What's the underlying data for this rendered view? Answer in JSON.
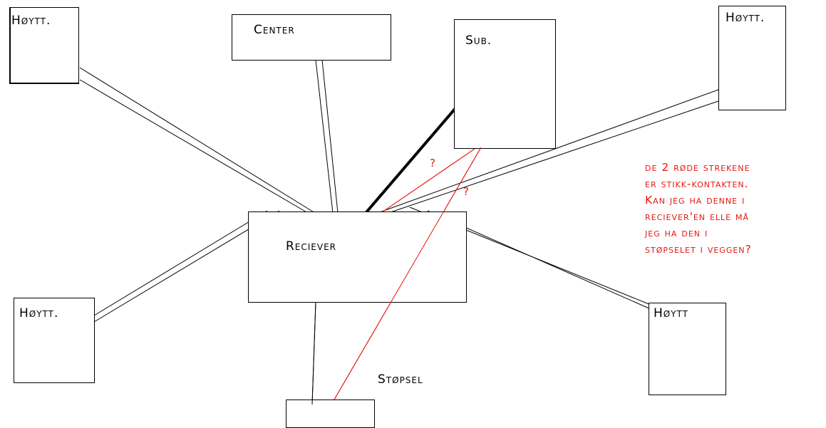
{
  "diagram": {
    "speaker_top_left": "Høytt.",
    "center": "Center",
    "sub": "Sub.",
    "speaker_top_right": "Høytt.",
    "receiver": "Reciever",
    "speaker_bottom_left": "Høytt.",
    "speaker_bottom_right": "Høytt",
    "plug": "Støpsel",
    "question_mark_1": "?",
    "question_mark_2": "?",
    "note_lines": [
      "de 2 røde strekene",
      "er stikk-kontakten.",
      "Kan jeg ha denne i",
      "reciever'en elle må",
      "jeg ha den i",
      "støpselet i veggen?"
    ],
    "colors": {
      "line": "#000000",
      "power_line": "#e4160f",
      "note_text": "#e4160f"
    }
  }
}
